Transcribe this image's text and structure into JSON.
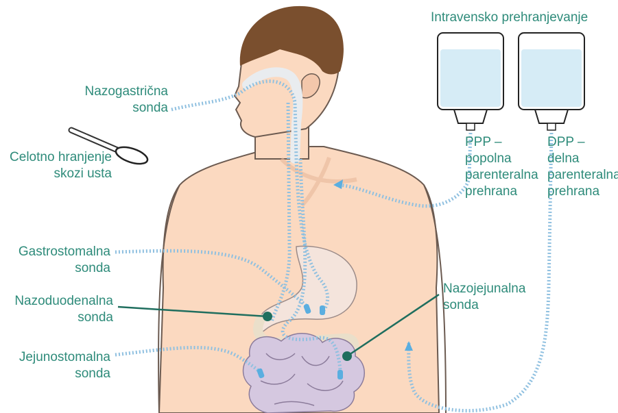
{
  "labels": {
    "iv_title": "Intravensko prehranjevanje",
    "ppp": [
      "PPP –",
      "popolna",
      "parenteralna",
      "prehrana"
    ],
    "dpp": [
      "DPP –",
      "delna",
      "parenteralna",
      "prehrana"
    ],
    "nasogastric": [
      "Nazogastrična",
      "sonda"
    ],
    "oral": [
      "Celotno hranjenje",
      "skozi usta"
    ],
    "gastrostomy": [
      "Gastrostomalna",
      "sonda"
    ],
    "nasoduodenal": [
      "Nazoduodenalna",
      "sonda"
    ],
    "nasojejunal": [
      "Nazojejunalna",
      "sonda"
    ],
    "jejunostomy": [
      "Jejunostomalna",
      "sonda"
    ]
  },
  "colors": {
    "label_text": "#2e8b7a",
    "skin": "#fbd9c0",
    "skin_outline": "#6b5a50",
    "hair": "#7a4f2e",
    "tube": "#8fc0e0",
    "tube_tip": "#5aaee0",
    "iv_bag_fill": "#d6ecf6",
    "leader_line": "#1f6e5e",
    "stomach": "#f4e4dc",
    "intestine": "#d5c8e0"
  }
}
